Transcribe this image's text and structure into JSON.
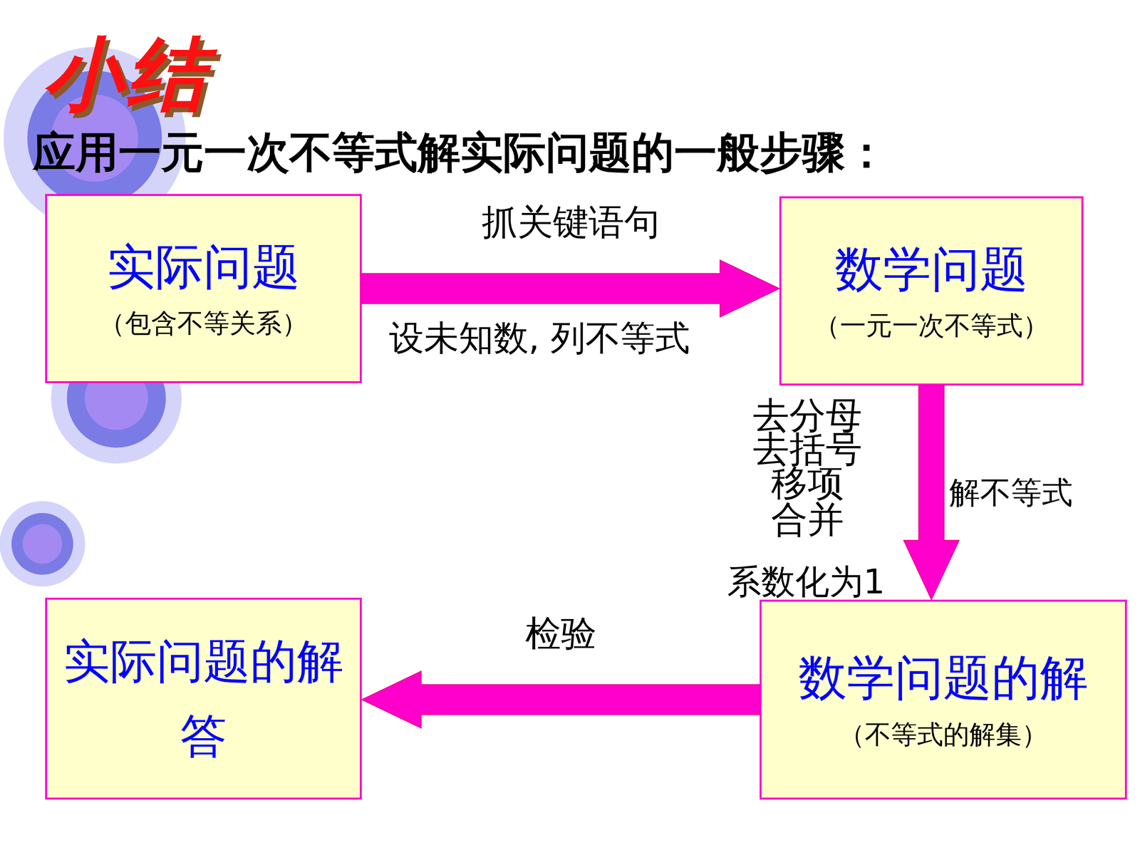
{
  "diagram": {
    "title": "小结",
    "nodes": [
      {
        "text": [
          "实际问题",
          "（包含不等关系）"
        ]
      },
      {
        "text": [
          "数学问题",
          "（一元一次不等式）"
        ]
      },
      {
        "text": [
          "数学问题的解",
          "（不等式的解集）"
        ]
      },
      {
        "text": [
          "实际问题的解答"
        ]
      }
    ],
    "edges": [
      {
        "from": 0,
        "to": 1,
        "label": "抓关键语句",
        "arrow": "to"
      },
      {
        "from": 1,
        "to": 2,
        "label": "解不等式",
        "arrow": "to"
      },
      {
        "from": 2,
        "to": 3,
        "label": "检验",
        "arrow": "to"
      }
    ],
    "labels": [
      "应用一元一次不等式解实际问题的一般步骤：",
      "设未知数, 列不等式",
      "去分母",
      "去括号",
      "移项",
      "合并",
      "系数化为1"
    ]
  }
}
